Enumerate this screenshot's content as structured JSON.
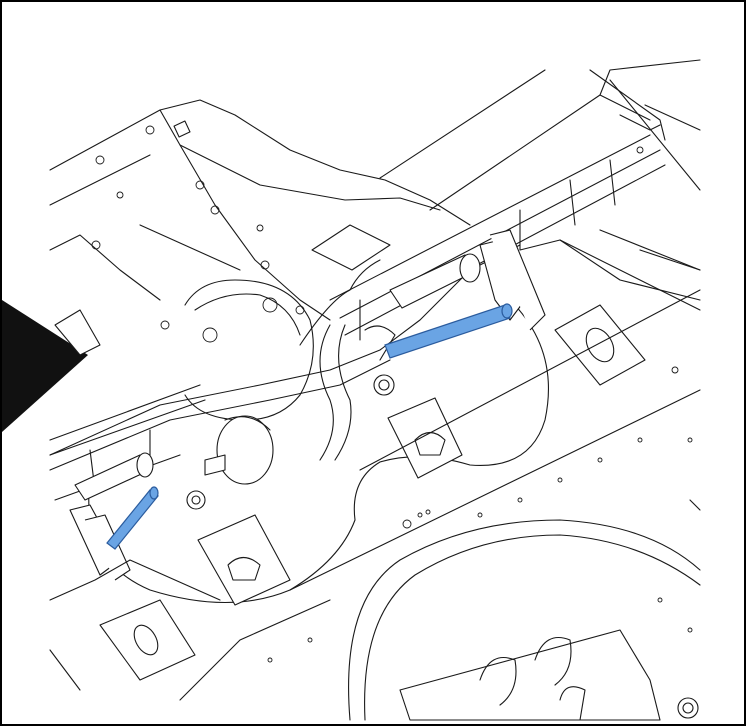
{
  "colors": {
    "background": "#ffffff",
    "line": "#1a1a1a",
    "frame": "#000000",
    "highlight_fill": "#6aa4e4",
    "highlight_edge": "#2b5c9e",
    "callout_pointer": "#111111"
  },
  "highlighted_parts": [
    {
      "name": "right-strut",
      "shade": "highlight"
    },
    {
      "name": "left-strut",
      "shade": "highlight"
    }
  ],
  "icons": [
    "callout-pointer-icon"
  ]
}
